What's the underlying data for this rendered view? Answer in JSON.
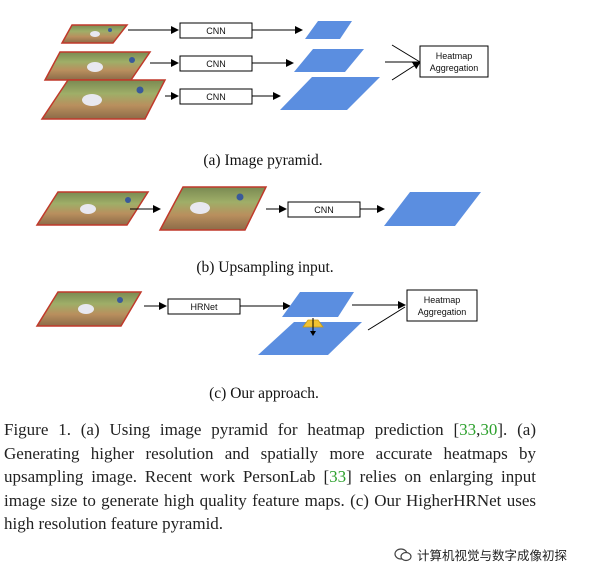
{
  "panels": {
    "a": {
      "caption": "(a) Image pyramid.",
      "cnn_labels": [
        "CNN",
        "CNN",
        "CNN"
      ],
      "aggregation_label_1": "Heatmap",
      "aggregation_label_2": "Aggregation"
    },
    "b": {
      "caption": "(b) Upsampling input.",
      "cnn_label": "CNN"
    },
    "c": {
      "caption": "(c) Our approach.",
      "network_label": "HRNet",
      "aggregation_label_1": "Heatmap",
      "aggregation_label_2": "Aggregation"
    }
  },
  "caption": {
    "figure_label": "Figure 1.",
    "text_1": " (a) Using image pyramid for heatmap prediction [",
    "ref_33a": "33",
    "text_2": ",",
    "ref_30": "30",
    "text_3": "]. (a) Generating higher resolution and spatially more accurate heatmaps by upsampling image. Recent work PersonLab [",
    "ref_33b": "33",
    "text_4": "] relies on enlarging input image size to generate high quality feature maps. (c) Our HigherHRNet uses high resolution feature pyramid."
  },
  "watermark": {
    "text": "计算机视觉与数字成像初探"
  },
  "colors": {
    "heatmap_blue": "#5b8ee0",
    "image_border": "#c0392b",
    "reference_green": "#2ca02c",
    "upsample_yellow": "#f1c232"
  }
}
